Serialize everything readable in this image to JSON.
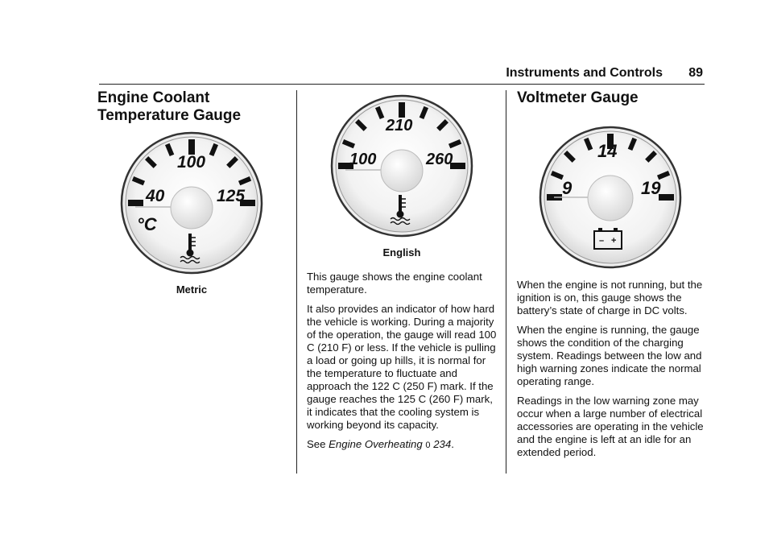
{
  "header": {
    "section": "Instruments and Controls",
    "page": "89"
  },
  "coolant": {
    "title_line1": "Engine Coolant",
    "title_line2": "Temperature Gauge",
    "metric_gauge": {
      "unit": "°C",
      "labels": [
        "40",
        "100",
        "125"
      ],
      "caption": "Metric"
    },
    "english_gauge": {
      "labels": [
        "100",
        "210",
        "260"
      ],
      "caption": "English"
    },
    "paragraphs": [
      "This gauge shows the engine coolant temperature.",
      "It also provides an indicator of how hard the vehicle is working. During a majority of the operation, the gauge will read 100 C (210 F) or less. If the vehicle is pulling a load or going up hills, it is normal for the temperature to fluctuate and approach the 122 C (250 F) mark. If the gauge reaches the 125 C (260 F) mark, it indicates that the cooling system is working beyond its capacity."
    ],
    "see_ref": {
      "prefix": "See ",
      "link": "Engine Overheating",
      "symbol": "0",
      "page": "234",
      "suffix": "."
    }
  },
  "voltmeter": {
    "title": "Voltmeter Gauge",
    "gauge": {
      "labels": [
        "9",
        "14",
        "19"
      ],
      "battery_minus": "–",
      "battery_plus": "+"
    },
    "paragraphs": [
      "When the engine is not running, but the ignition is on, this gauge shows the battery’s state of charge in DC volts.",
      "When the engine is running, the gauge shows the condition of the charging system. Readings between the low and high warning zones indicate the normal operating range.",
      "Readings in the low warning zone may occur when a large number of electrical accessories are operating in the vehicle and the engine is left at an idle for an extended period."
    ]
  }
}
